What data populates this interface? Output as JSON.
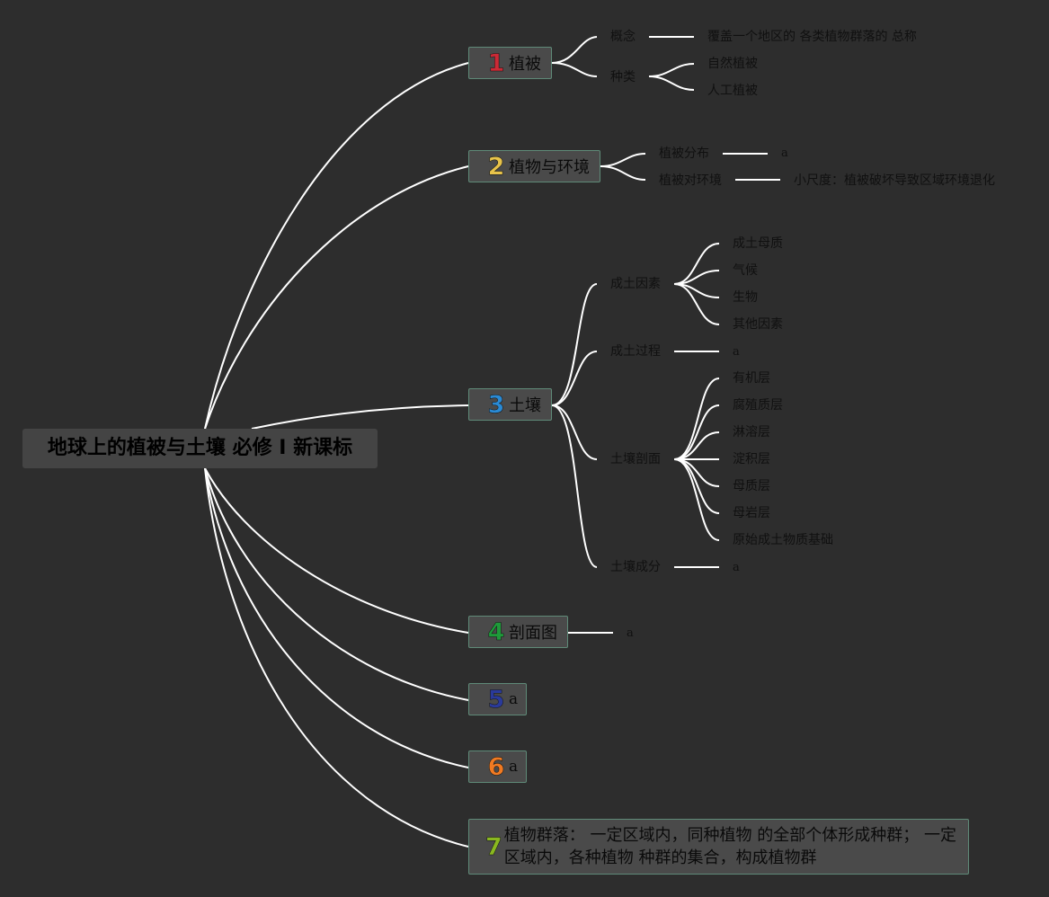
{
  "root": {
    "label": "地球上的植被与土壤 必修 Ⅰ 新课标"
  },
  "topics": [
    {
      "num": "1",
      "color": "#cc2a36",
      "label": "植被"
    },
    {
      "num": "2",
      "color": "#e8c34a",
      "label": "植物与环境"
    },
    {
      "num": "3",
      "color": "#2a8ad4",
      "label": "土壤"
    },
    {
      "num": "4",
      "color": "#1e9a3a",
      "label": "剖面图"
    },
    {
      "num": "5",
      "color": "#2a3a9a",
      "label": "a"
    },
    {
      "num": "6",
      "color": "#f07a22",
      "label": "a"
    },
    {
      "num": "7",
      "color": "#8ab820",
      "label": "植物群落： 一定区域内，同种植物 的全部个体形成种群； 一定区域内，各种植物 种群的集合，构成植物群"
    }
  ],
  "t1": {
    "concept": "概念",
    "concept_value": "覆盖一个地区的 各类植物群落的 总称",
    "types": "种类",
    "types_items": [
      "自然植被",
      "人工植被"
    ]
  },
  "t2": {
    "distribution": "植被分布",
    "distribution_value": "a",
    "env": "植被对环境",
    "env_value": "小尺度：植被破坏导致区域环境退化"
  },
  "t3": {
    "factors": "成土因素",
    "factors_items": [
      "成土母质",
      "气候",
      "生物",
      "其他因素"
    ],
    "process": "成土过程",
    "process_value": "a",
    "profile": "土壤剖面",
    "profile_items": [
      "有机层",
      "腐殖质层",
      "淋溶层",
      "淀积层",
      "母质层",
      "母岩层",
      "原始成土物质基础"
    ],
    "composition": "土壤成分",
    "composition_value": "a"
  },
  "t4": {
    "value": "a"
  }
}
